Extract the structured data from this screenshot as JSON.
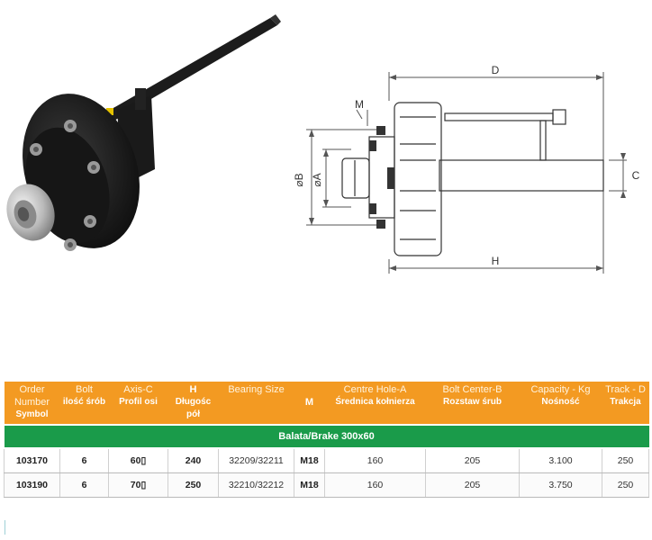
{
  "drawing_labels": {
    "D": "D",
    "M": "M",
    "B": "⌀B",
    "A": "⌀A",
    "C": "C",
    "H": "H"
  },
  "table": {
    "columns": [
      {
        "line1": "Order Number",
        "line2": "Symbol"
      },
      {
        "line1": "Bolt",
        "line2": "ilość śrób"
      },
      {
        "line1": "Axis-C",
        "line2": "Profil osi"
      },
      {
        "line1": "H",
        "line2": "Długośc pół"
      },
      {
        "line1": "Bearing Size",
        "line2": ""
      },
      {
        "line1": "M",
        "line2": ""
      },
      {
        "line1": "Centre Hole-A",
        "line2": "Średnica kołnierza"
      },
      {
        "line1": "Bolt Center-B",
        "line2": "Rozstaw śrub"
      },
      {
        "line1": "Capacity - Kg",
        "line2": "Nośność"
      },
      {
        "line1": "Track - D",
        "line2": "Trakcja"
      }
    ],
    "group_title": "Balata/Brake 300x60",
    "rows": [
      [
        "103170",
        "6",
        "60▯",
        "240",
        "32209/32211",
        "M18",
        "160",
        "205",
        "3.100",
        "250"
      ],
      [
        "103190",
        "6",
        "70▯",
        "250",
        "32210/32212",
        "M18",
        "160",
        "205",
        "3.750",
        "250"
      ]
    ]
  },
  "colors": {
    "header_orange": "#f39a22",
    "group_green": "#1a9b4a",
    "axle_black": "#1c1c1c",
    "hub_silver": "#c9c9c9"
  }
}
